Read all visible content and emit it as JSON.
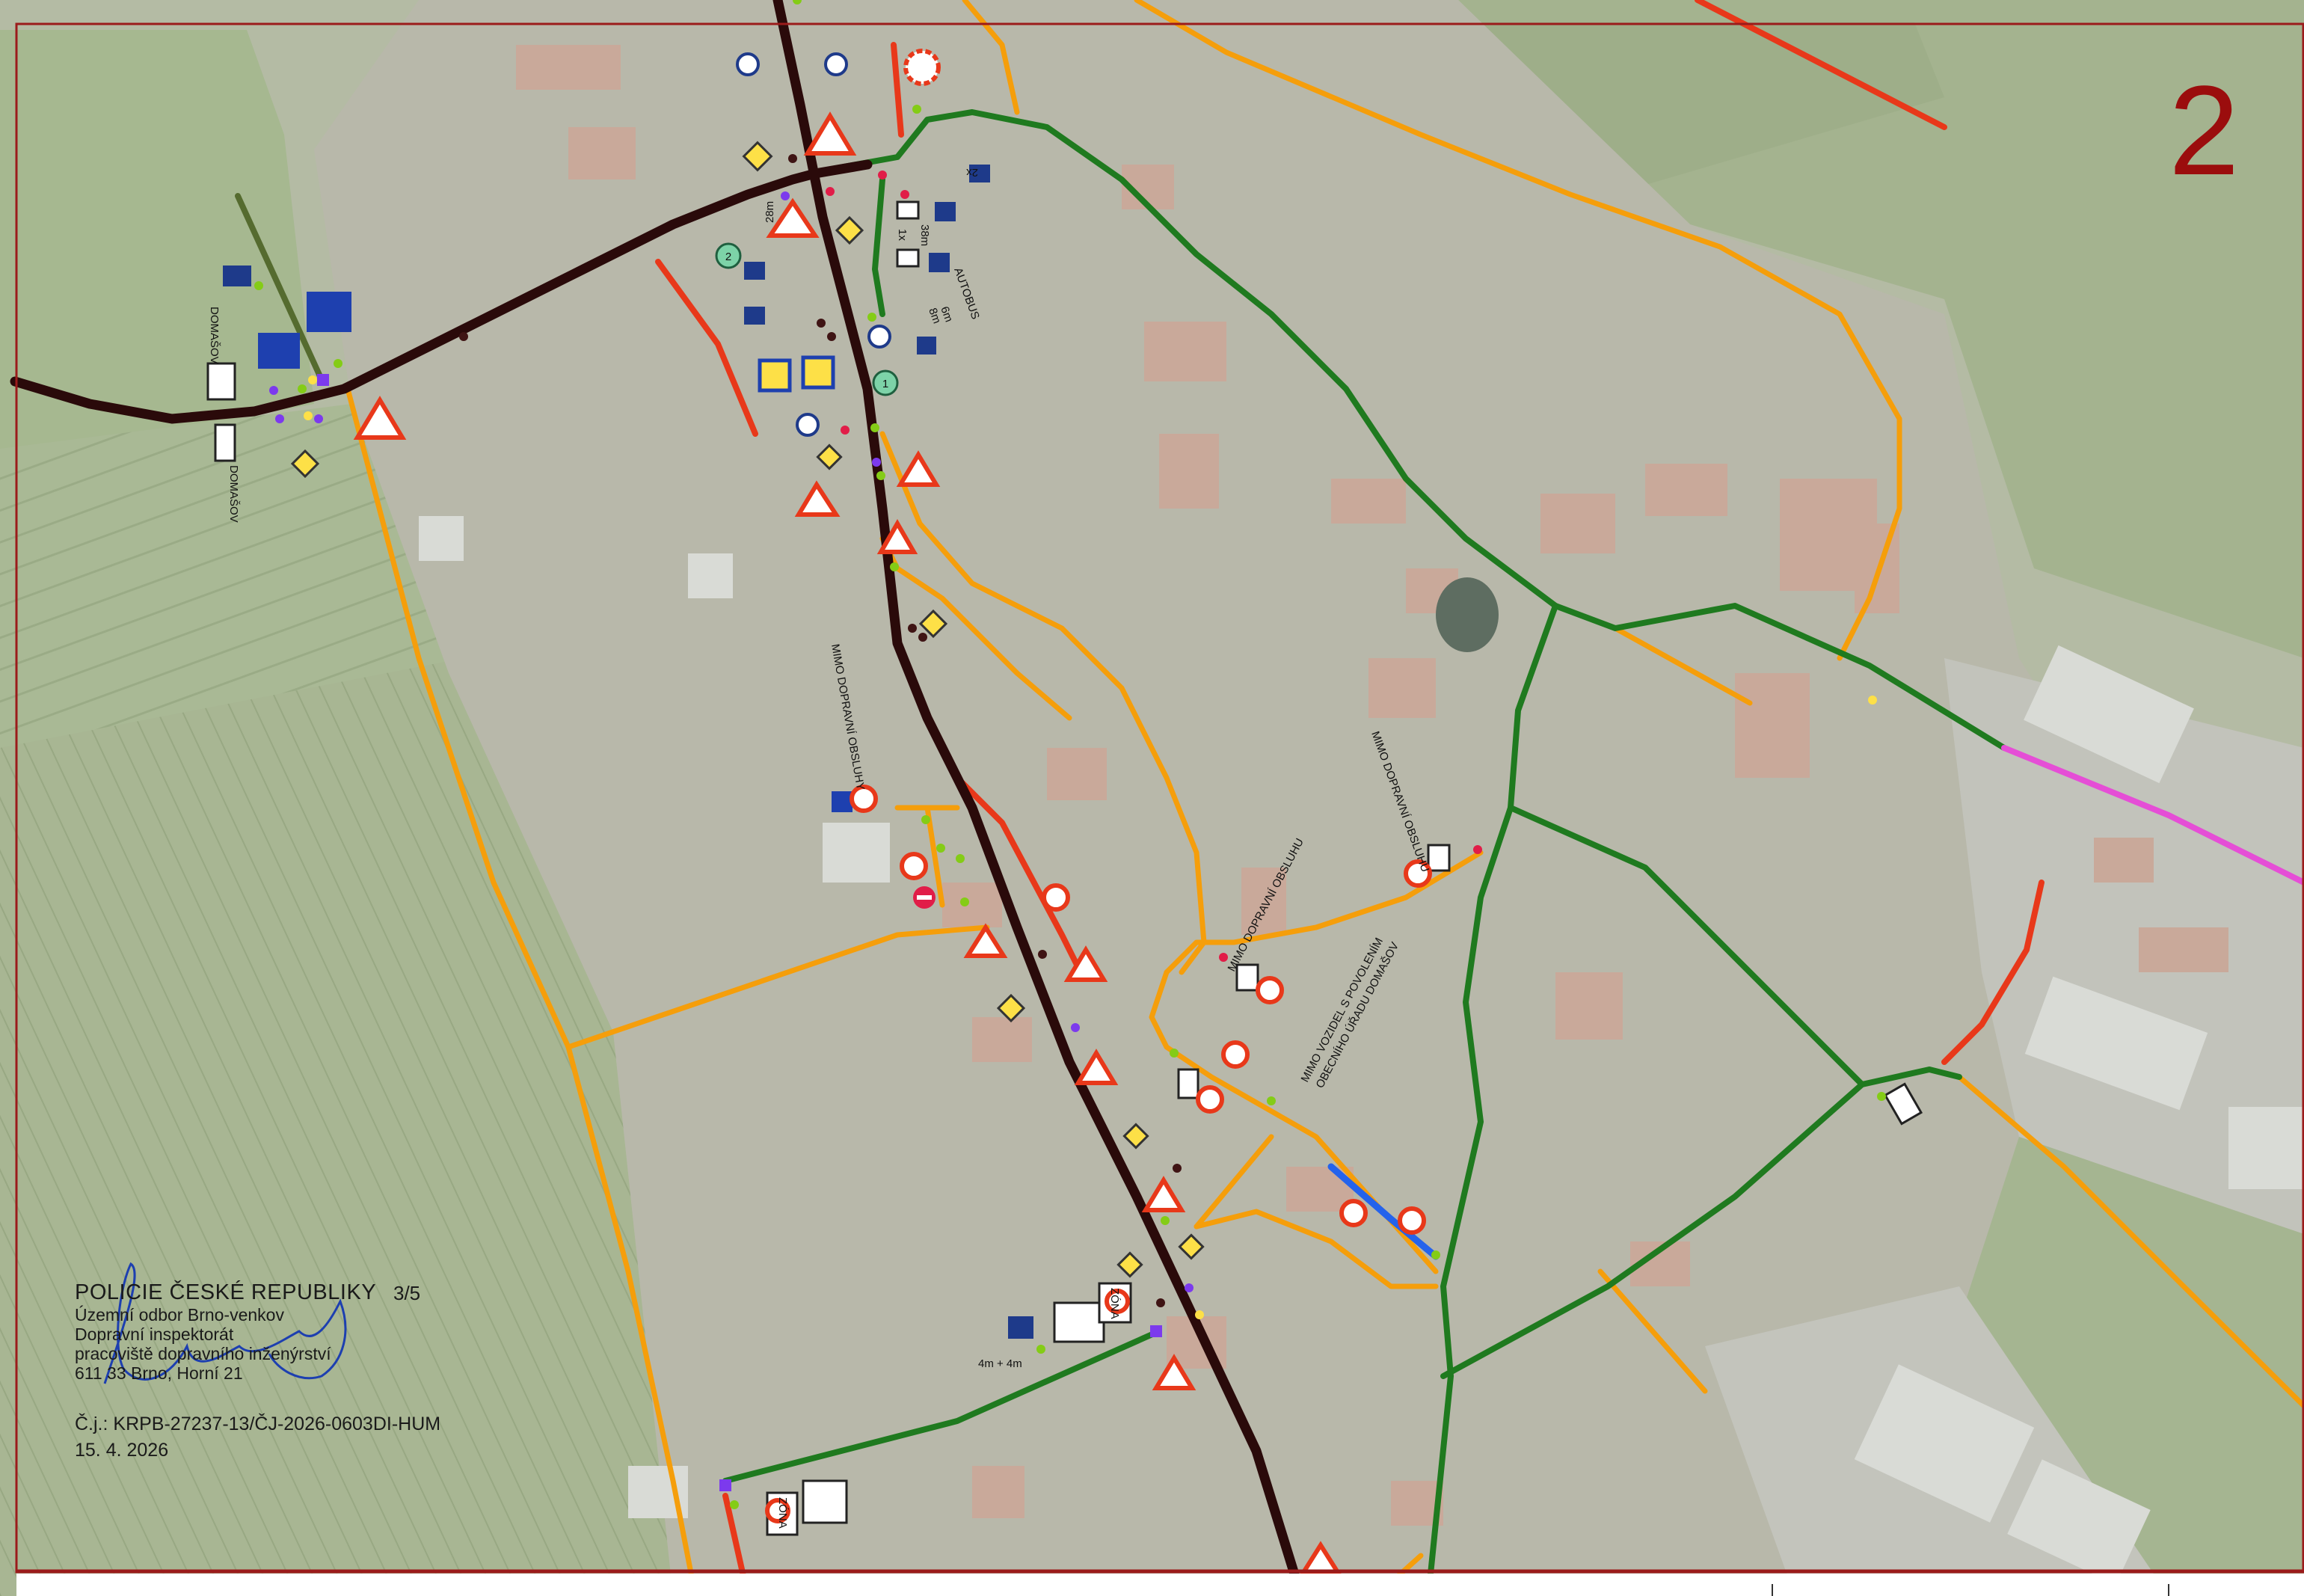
{
  "map": {
    "sheet_number": "2",
    "colors": {
      "frame": "#9b1b1b",
      "main_road": "#2a0a0a",
      "green_route": "#1f7a1f",
      "orange_route": "#f59e0b",
      "red_segment": "#e8381a",
      "magenta_route": "#e54ed6",
      "blue_segment": "#2563eb",
      "olive_route": "#556b2f",
      "field": "#9fb08a",
      "built": "#b7b3a7"
    }
  },
  "labels": {
    "domasov_top": "DOMAŠOV",
    "domasov_bottom": "DOMAŠOV",
    "mimo_dopravni_obsluhy": "MIMO DOPRAVNÍ OBSLUHY",
    "mimo_dopravni_obsluhu": "MIMO DOPRAVNÍ OBSLUHU",
    "mimo_dopravni_obsluhu_2": "MIMO DOPRAVNÍ OBSLUHU",
    "mimo_vozidel_line1": "MIMO VOZIDEL S POVOLENÍM",
    "mimo_vozidel_line2": "OBECNÍHO ÚŘADU DOMAŠOV",
    "autobus": "AUTOBUS",
    "zona_1": "ZÓNA",
    "zona_2": "ZÓNA",
    "dim_4m": "4m + 4m",
    "dim_38m": "38m",
    "dim_28m": "28m",
    "dim_6m": "6m",
    "dim_8m": "8m",
    "x1": "1x",
    "x2": "2x",
    "circle_1": "1",
    "circle_2": "2"
  },
  "legend": {
    "org": "POLICIE ČESKÉ REPUBLIKY",
    "page": "3/5",
    "lines": [
      "Územní odbor Brno-venkov",
      "Dopravní inspektorát",
      "pracoviště dopravního inženýrství",
      "611 33 Brno, Horní 21"
    ],
    "ref": "Č.j.: KRPB-27237-13/ČJ-2026-0603DI-HUM",
    "date": "15. 4. 2026"
  }
}
